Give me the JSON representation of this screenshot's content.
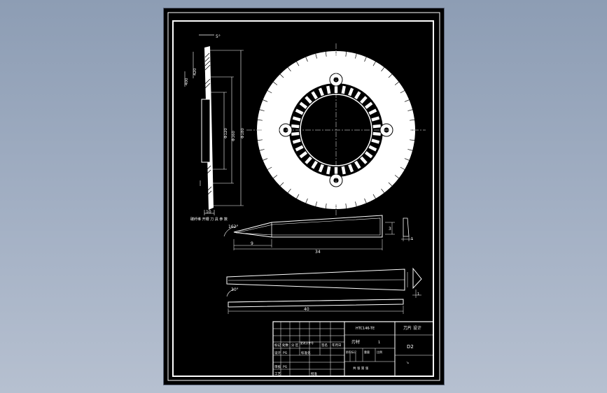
{
  "colors": {
    "viewport_bg": "#98a6bc",
    "paper": "#000000",
    "ink": "#ffffff"
  },
  "section_view": {
    "angle": "5°",
    "dims": [
      "420",
      "400",
      "Φ120",
      "Φ160",
      "Φ180"
    ],
    "bottom_dim": "10",
    "note": "碳纤维 开槽 刀 具 参 数"
  },
  "disc_view": {
    "outer_ticks": 48,
    "slots": 34,
    "holes": 4
  },
  "blade_side_view": {
    "angle": "162°",
    "len_short": "9",
    "len_long": "34",
    "height": "3",
    "thickness": "1"
  },
  "blade_top_view": {
    "angle": "30°",
    "length": "40",
    "thickness": "1"
  },
  "title_block": {
    "drawing_no": "HTC146-TE",
    "part_name": "刀片 设计",
    "material": "刃材",
    "scale_hdr": "1",
    "code": "D2",
    "col_labels": [
      "标记",
      "处数",
      "分 区",
      "更改文件号",
      "签名",
      "年月日"
    ],
    "row_labels": [
      "设计",
      "审核",
      "工艺"
    ],
    "row_values": [
      "PG",
      "PG",
      ""
    ],
    "std_label": "标准化",
    "approve_label": "批准",
    "stage_label": "阶段标记",
    "weight_label": "重量",
    "ratio_label": "比例",
    "sheet_label": "共  张  第  张"
  }
}
